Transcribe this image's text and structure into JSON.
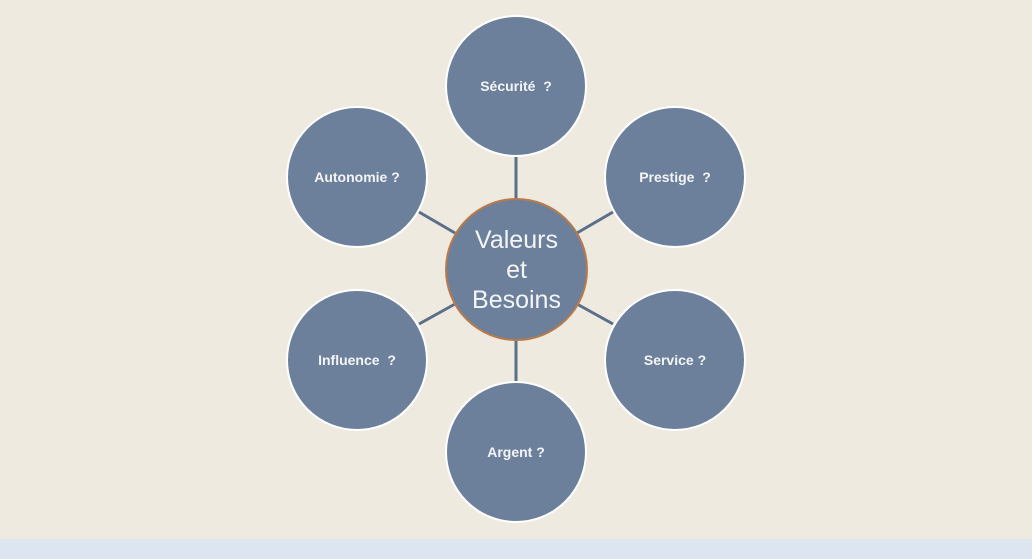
{
  "diagram": {
    "center": {
      "label": "Valeurs\net\nBesoins"
    },
    "nodes": [
      {
        "id": "securite",
        "label": "Sécurité  ?"
      },
      {
        "id": "prestige",
        "label": "Prestige  ?"
      },
      {
        "id": "service",
        "label": "Service ?"
      },
      {
        "id": "argent",
        "label": "Argent ?"
      },
      {
        "id": "influence",
        "label": "Influence  ?"
      },
      {
        "id": "autonomie",
        "label": "Autonomie ?"
      }
    ]
  },
  "colors": {
    "background": "#eeeae0",
    "node_fill": "#6c809b",
    "node_border": "#ffffff",
    "center_border": "#b87a4b",
    "connector": "#5b6f88",
    "bottom_band": "#dce5f0"
  }
}
